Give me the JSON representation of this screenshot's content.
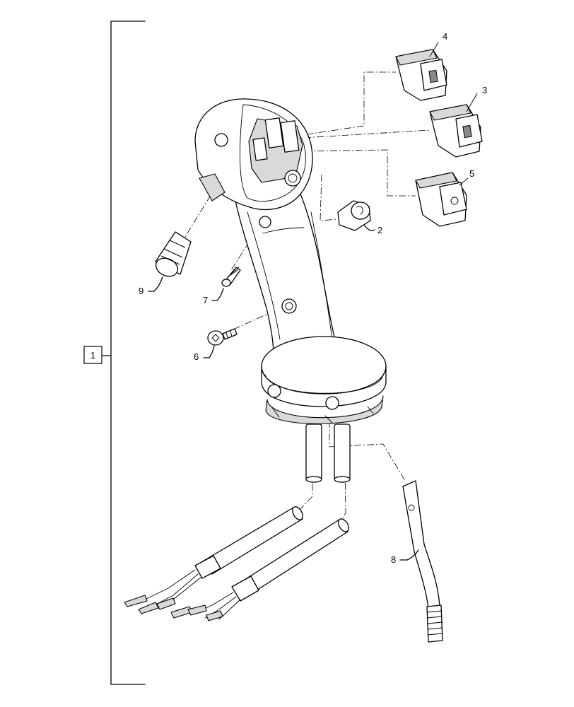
{
  "callouts": {
    "assembly": "1",
    "p2": "2",
    "p3": "3",
    "p4": "4",
    "p5": "5",
    "p6": "6",
    "p7": "7",
    "p8": "8",
    "p9": "9"
  }
}
